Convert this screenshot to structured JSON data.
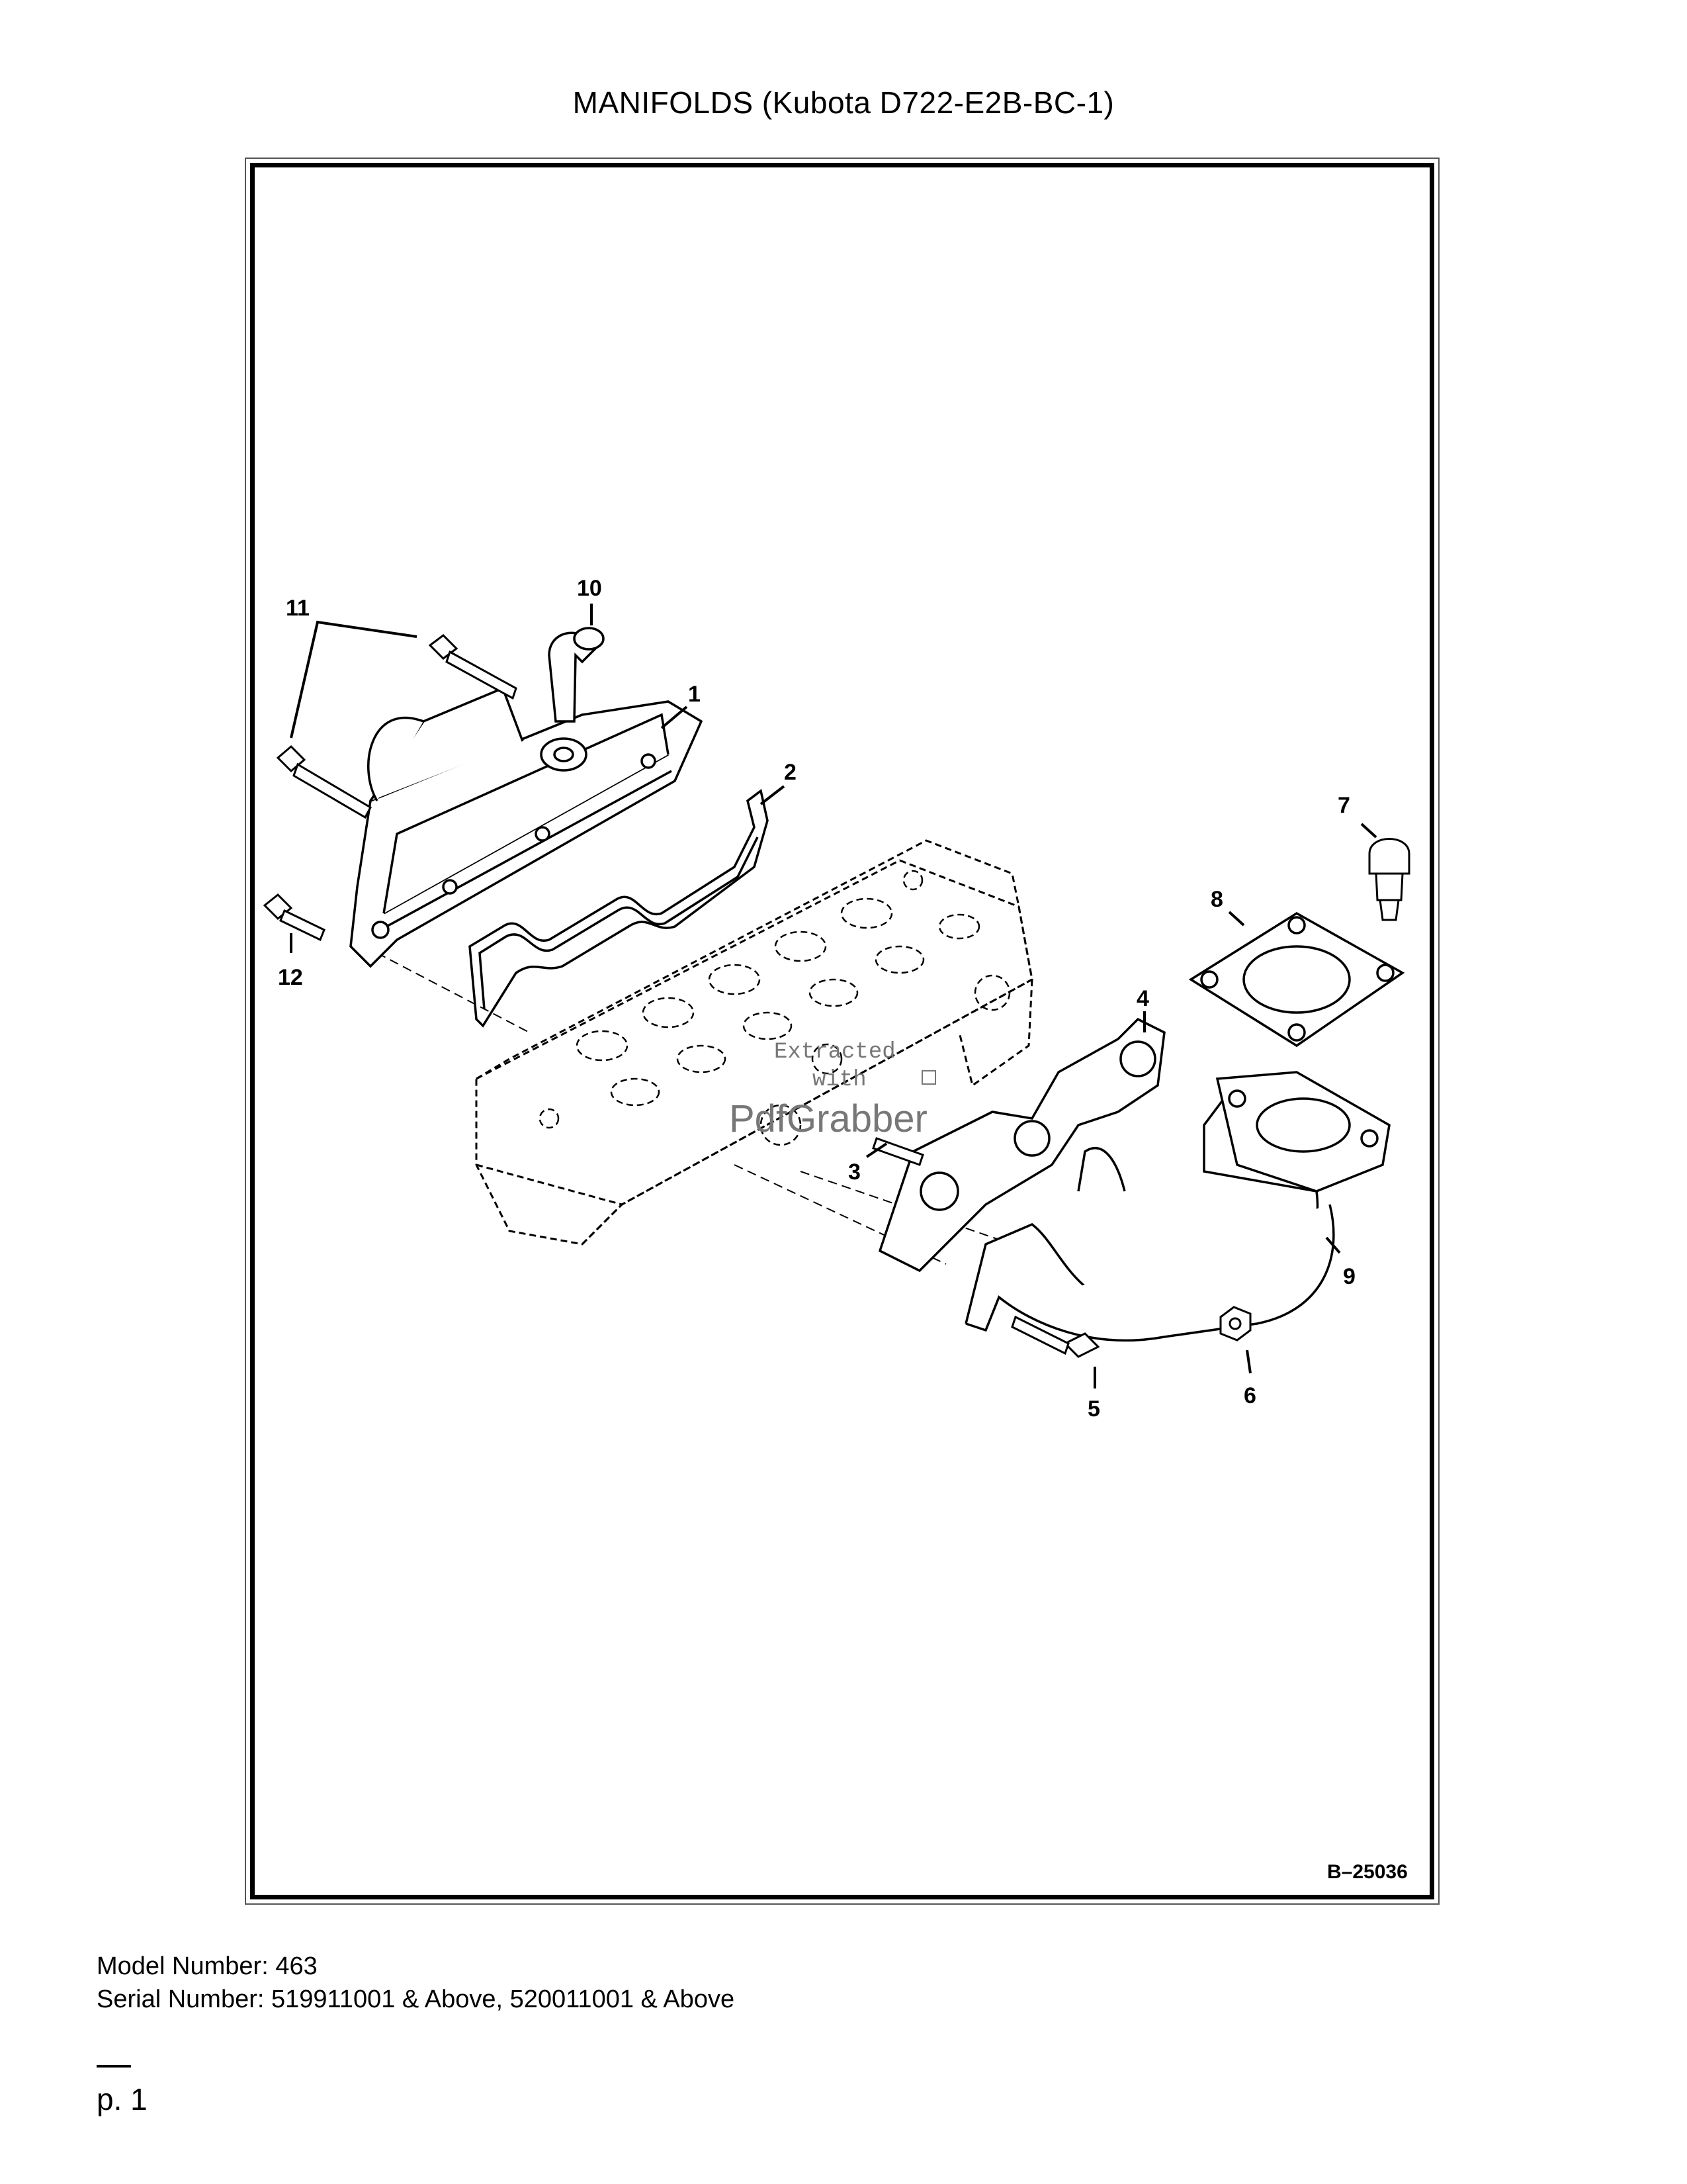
{
  "document": {
    "title": "MANIFOLDS (Kubota D722-E2B-BC-1)",
    "figure_code": "B–25036",
    "watermark": {
      "line1": "Extracted",
      "line2": "with",
      "line3": "PdfGrabber"
    },
    "callouts": [
      "1",
      "2",
      "3",
      "4",
      "5",
      "6",
      "7",
      "8",
      "9",
      "10",
      "11",
      "12"
    ],
    "model_line": "Model Number: 463",
    "serial_line": "Serial Number: 519911001 & Above, 520011001 & Above",
    "page_label": "p. 1"
  }
}
